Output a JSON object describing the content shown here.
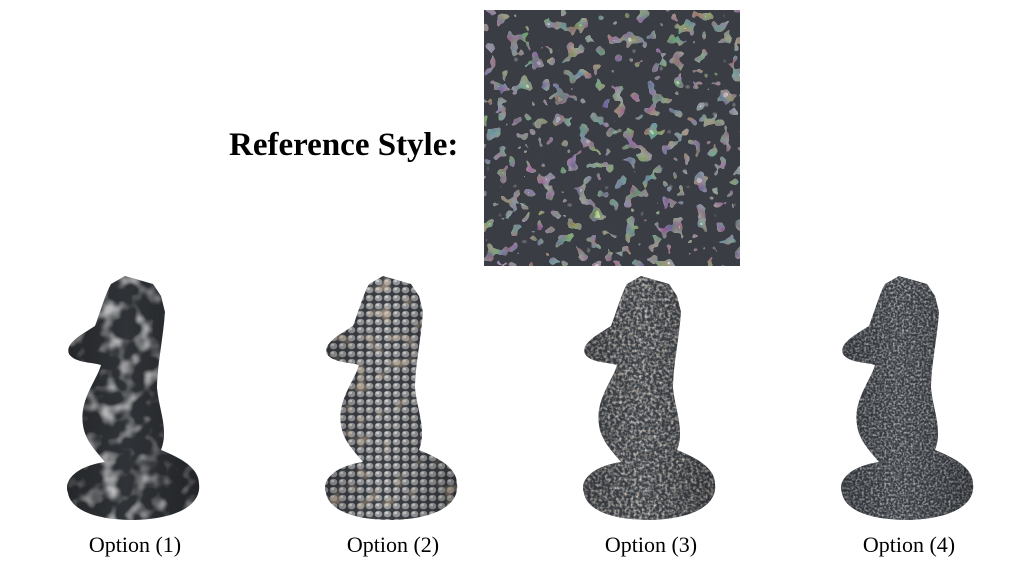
{
  "reference": {
    "title": "Reference Style:",
    "texture": "gray-blue-tan-pebbles"
  },
  "options": [
    {
      "label": "Option (1)",
      "texture": "blurry-camouflage-pebble",
      "colors": [
        "#2f3236",
        "#5a5d63",
        "#8a8680",
        "#7b6a5a"
      ]
    },
    {
      "label": "Option (2)",
      "texture": "distinct-round-pebbles",
      "colors": [
        "#4a4e55",
        "#8a8d92",
        "#c4c2bc",
        "#9a7a5c"
      ]
    },
    {
      "label": "Option (3)",
      "texture": "fine-gravel",
      "colors": [
        "#3e4247",
        "#6e7176",
        "#a8a6a0",
        "#7d6b5b"
      ]
    },
    {
      "label": "Option (4)",
      "texture": "fine-gray-granite",
      "colors": [
        "#3b3f45",
        "#5f6369",
        "#8d8f92",
        "#6c6a6e"
      ]
    }
  ]
}
